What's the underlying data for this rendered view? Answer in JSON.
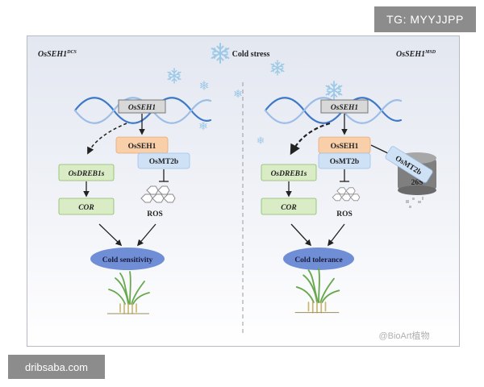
{
  "watermarks": {
    "top_tag": "TG: MYYJJPP",
    "bottom_tag": "dribsaba.com",
    "inner_mark": "@BioArt植物"
  },
  "header": {
    "left_genotype": "OsSEH1",
    "left_superscript": "DCS",
    "center_title": "Cold stress",
    "right_genotype": "OsSEH1",
    "right_superscript": "MSD"
  },
  "left_panel": {
    "gene_label": "OsSEH1",
    "protein_label": "OsSEH1",
    "partner_label": "OsMT2b",
    "dreb_label": "OsDREB1s",
    "cor_label": "COR",
    "ros_label": "ROS",
    "outcome_label": "Cold sensitivity"
  },
  "right_panel": {
    "gene_label": "OsSEH1",
    "protein_label": "OsSEH1",
    "partner_label": "OsMT2b",
    "dreb_label": "OsDREB1s",
    "cor_label": "COR",
    "ros_label": "ROS",
    "outcome_label": "Cold tolerance",
    "degraded_label": "OsMT2b",
    "proteasome_label": "26S"
  },
  "colors": {
    "panel_bg_top": "#e7eaf2",
    "panel_bg_bottom": "#ffffff",
    "green_box": "#d9ecc6",
    "green_border": "#88bb66",
    "orange_box": "#f8cfa8",
    "blue_box": "#cfe2f5",
    "gene_box": "#d8d8d8",
    "ellipse": "#6f8ed6",
    "dna_blue": "#3e78c8",
    "dna_light": "#9bbde6",
    "snowflake": "#9cc9e8",
    "proteasome": "#7f7f7f"
  }
}
